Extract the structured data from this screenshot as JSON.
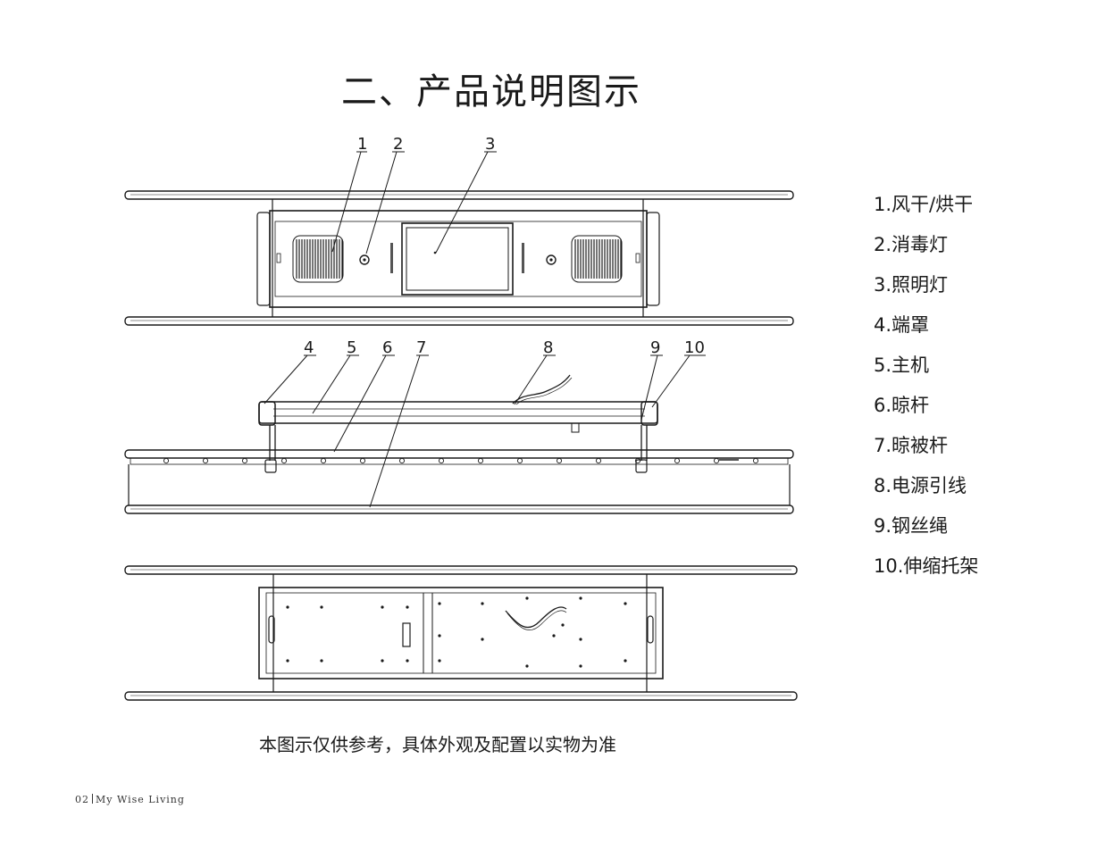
{
  "page": {
    "title": "二、产品说明图示",
    "note": "本图示仅供参考，具体外观及配置以实物为准",
    "footer_page": "02",
    "footer_brand": "My Wise Living"
  },
  "callouts": [
    "1",
    "2",
    "3",
    "4",
    "5",
    "6",
    "7",
    "8",
    "9",
    "10"
  ],
  "legend": [
    "1.风干/烘干",
    "2.消毒灯",
    "3.照明灯",
    "4.端罩",
    "5.主机",
    "6.晾杆",
    "7.晾被杆",
    "8.电源引线",
    "9.钢丝绳",
    "10.伸缩托架"
  ]
}
